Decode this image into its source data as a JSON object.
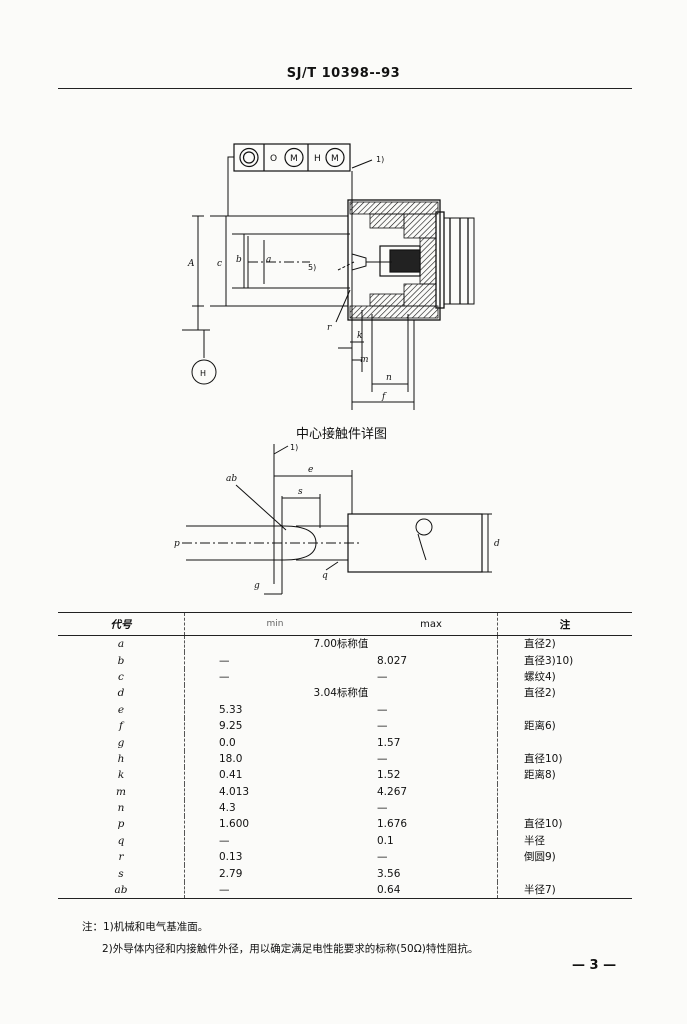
{
  "header": {
    "standard_number": "SJ/T 10398--93"
  },
  "figure_top": {
    "datum_box": {
      "cells": [
        "O",
        "M",
        "H",
        "M"
      ]
    },
    "callouts": {
      "ref_1": "1)",
      "ref_5": "5)",
      "datum_H": "H"
    },
    "dim_labels": {
      "A": "A",
      "c": "c",
      "b": "b",
      "a": "a",
      "r": "r",
      "k": "k",
      "m": "m",
      "n": "n",
      "f": "f"
    }
  },
  "figure_detail": {
    "caption": "中心接触件详图",
    "callouts": {
      "ref_1": "1)"
    },
    "dim_labels": {
      "ab": "ab",
      "e": "e",
      "s": "s",
      "p": "p",
      "d": "d",
      "q": "q",
      "g": "g"
    }
  },
  "table": {
    "headers": {
      "symbol": "代号",
      "min": "min",
      "max": "max",
      "note": "注"
    },
    "rows": [
      {
        "symbol": "a",
        "standard": "7.00标称值",
        "note": "直径2)"
      },
      {
        "symbol": "b",
        "min": "—",
        "max": "8.027",
        "note": "直径3)10)"
      },
      {
        "symbol": "c",
        "min": "—",
        "max": "—",
        "note": "螺纹4)"
      },
      {
        "symbol": "d",
        "standard": "3.04标称值",
        "note": "直径2)"
      },
      {
        "symbol": "e",
        "min": "5.33",
        "max": "—",
        "note": ""
      },
      {
        "symbol": "f",
        "min": "9.25",
        "max": "—",
        "note": "距离6)"
      },
      {
        "symbol": "g",
        "min": "0.0",
        "max": "1.57",
        "note": ""
      },
      {
        "symbol": "h",
        "min": "18.0",
        "max": "—",
        "note": "直径10)"
      },
      {
        "symbol": "k",
        "min": "0.41",
        "max": "1.52",
        "note": "距离8)"
      },
      {
        "symbol": "m",
        "min": "4.013",
        "max": "4.267",
        "note": ""
      },
      {
        "symbol": "n",
        "min": "4.3",
        "max": "—",
        "note": ""
      },
      {
        "symbol": "p",
        "min": "1.600",
        "max": "1.676",
        "note": "直径10)"
      },
      {
        "symbol": "q",
        "min": "—",
        "max": "0.1",
        "note": "半径"
      },
      {
        "symbol": "r",
        "min": "0.13",
        "max": "—",
        "note": "倒圆9)"
      },
      {
        "symbol": "s",
        "min": "2.79",
        "max": "3.56",
        "note": ""
      },
      {
        "symbol": "ab",
        "min": "—",
        "max": "0.64",
        "note": "半径7)"
      }
    ]
  },
  "notes": {
    "note_1": "注：1)机械和电气基准面。",
    "note_2": "2)外导体内径和内接触件外径，用以确定满足电性能要求的标称(50Ω)特性阻抗。"
  },
  "page_number": "— 3 —"
}
